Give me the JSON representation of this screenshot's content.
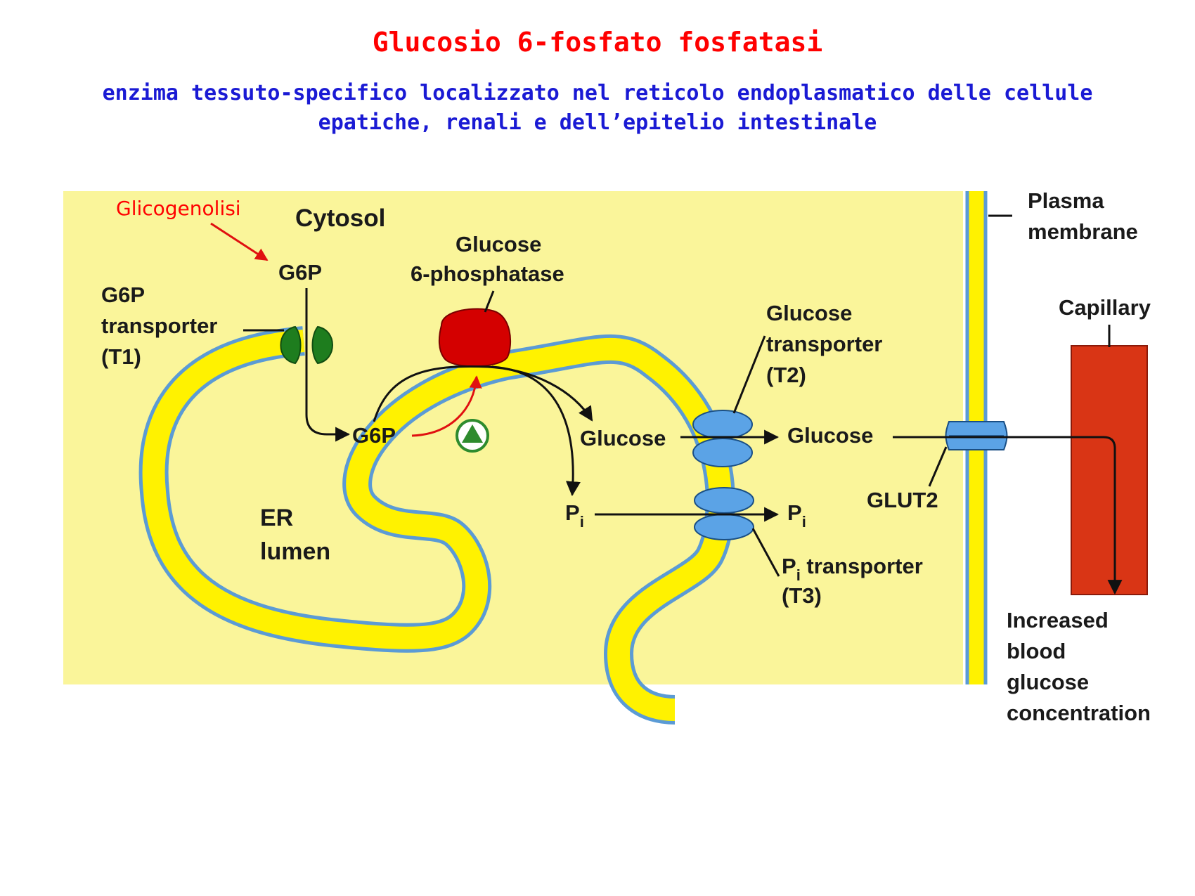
{
  "header": {
    "title": "Glucosio 6-fosfato fosfatasi",
    "subtitle_line1": "enzima tessuto-specifico localizzato nel reticolo endoplasmatico delle cellule",
    "subtitle_line2": "epatiche, renali e dell’epitelio intestinale"
  },
  "diagram": {
    "glicogenolisi": "Glicogenolisi",
    "cytosol": "Cytosol",
    "g6p_top": "G6P",
    "g6p_transporter_1": "G6P",
    "g6p_transporter_2": "transporter",
    "g6p_transporter_3": "(T1)",
    "enzyme_1": "Glucose",
    "enzyme_2": "6-phosphatase",
    "g6p_lumen": "G6P",
    "glucose_lumen": "Glucose",
    "pi_lumen_main": "P",
    "pi_lumen_sub": "i",
    "glucose_transporter_1": "Glucose",
    "glucose_transporter_2": "transporter",
    "glucose_transporter_3": "(T2)",
    "glucose_cytosol": "Glucose",
    "pi_cytosol_main": "P",
    "pi_cytosol_sub": "i",
    "pi_transporter_main": "P",
    "pi_transporter_sub": "i",
    "pi_transporter_rest": " transporter",
    "pi_transporter_2": "(T3)",
    "er_lumen_1": "ER",
    "er_lumen_2": "lumen",
    "glut2": "GLUT2",
    "plasma_membrane_1": "Plasma",
    "plasma_membrane_2": "membrane",
    "capillary": "Capillary",
    "increased_1": "Increased",
    "increased_2": "blood",
    "increased_3": "glucose",
    "increased_4": "concentration"
  },
  "colors": {
    "title": "#ff0000",
    "subtitle": "#1a1ad4",
    "cytosol_bg": "#faf59a",
    "membrane_yellow": "#fff200",
    "membrane_edge": "#5b9bd5",
    "transporter_t1": "#1e7d1e",
    "enzyme": "#d40000",
    "transporter_blue": "#5ba3e6",
    "capillary": "#d93515",
    "activator": "#2e8b2e"
  }
}
